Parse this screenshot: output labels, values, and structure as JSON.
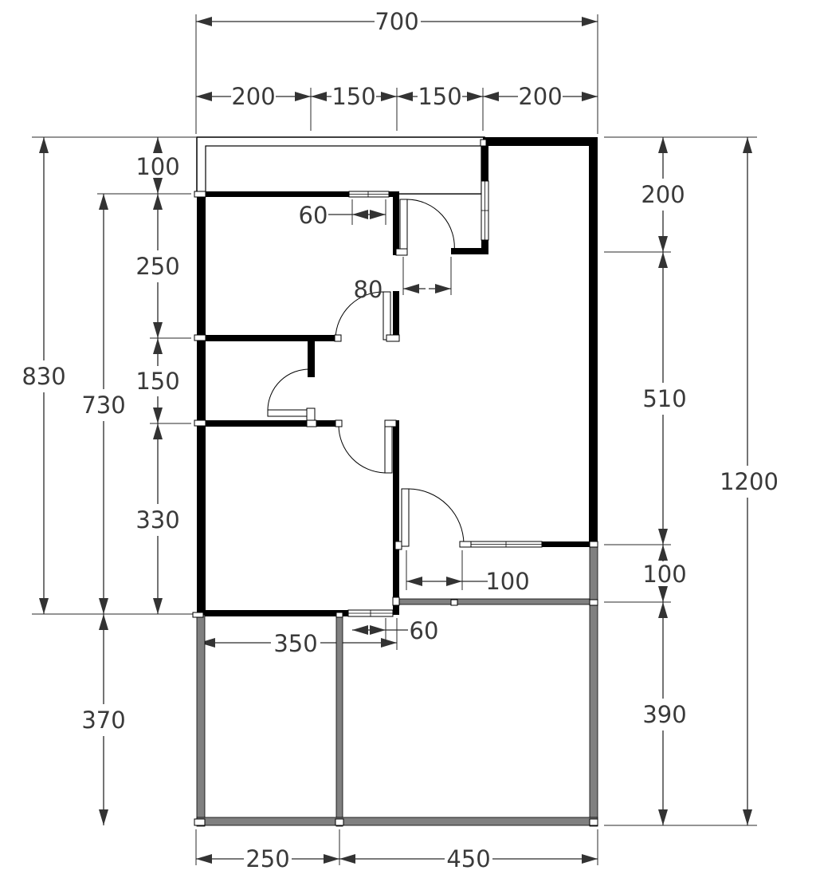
{
  "plan": {
    "top": {
      "overall": "700",
      "segments": [
        "200",
        "150",
        "150",
        "200"
      ]
    },
    "left": {
      "overall": "830",
      "main": "730",
      "lower": "370",
      "segments": [
        "100",
        "250",
        "150",
        "330"
      ]
    },
    "right": {
      "overall": "1200",
      "segments": [
        "200",
        "510",
        "100",
        "390"
      ]
    },
    "bottom": {
      "segments": [
        "250",
        "450"
      ]
    },
    "interior": {
      "window_top": "60",
      "door_width_a": "80",
      "door_width_b": "100",
      "room_width": "350",
      "window_bottom": "60"
    }
  }
}
